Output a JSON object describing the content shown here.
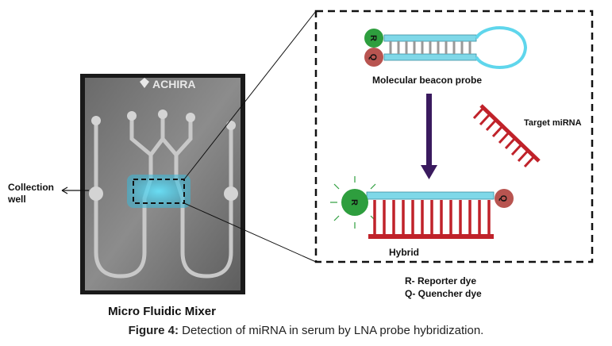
{
  "chip": {
    "brand": "ACHIRA",
    "title": "Micro Fluidic Mixer",
    "collection_label_line1": "Collection",
    "collection_label_line2": "well"
  },
  "probe": {
    "beacon_label": "Molecular beacon probe",
    "target_label": "Target miRNA",
    "hybrid_label": "Hybrid",
    "reporter_letter": "R",
    "quencher_letter": "Q"
  },
  "legend": {
    "reporter": "R- Reporter dye",
    "quencher": "Q- Quencher dye"
  },
  "caption": {
    "figure_number": "Figure 4:",
    "text": " Detection of miRNA in serum by LNA probe hybridization."
  },
  "colors": {
    "reporter_green": "#2e9e3e",
    "quencher_red": "#b85450",
    "stem_blue": "#7fd8e8",
    "target_red": "#c0222a",
    "arrow_purple": "#3a1a5e"
  }
}
